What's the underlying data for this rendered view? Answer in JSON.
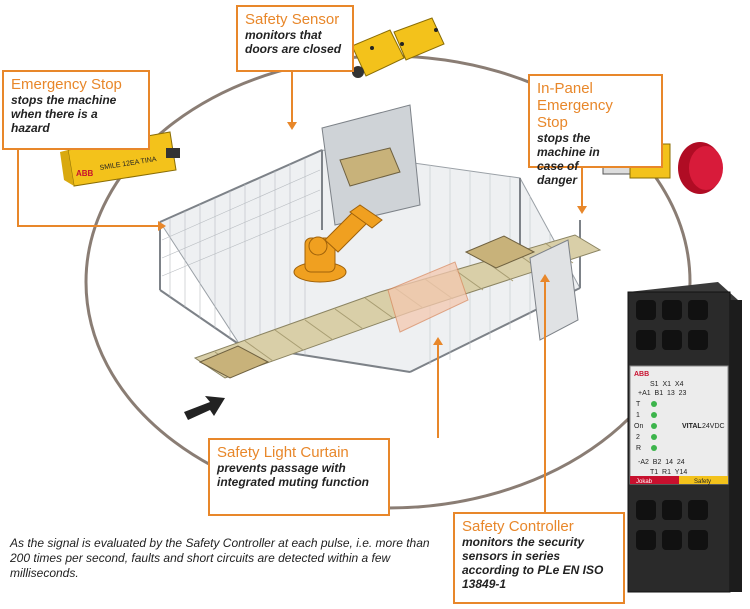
{
  "callouts": {
    "emergency_stop": {
      "title": "Emergency Stop",
      "desc": "stops the machine when there is a hazard"
    },
    "safety_sensor": {
      "title": "Safety Sensor",
      "desc": "monitors that doors are closed"
    },
    "in_panel_stop": {
      "title": "In-Panel Emergency Stop",
      "desc": "stops the machine in case of danger"
    },
    "light_curtain": {
      "title": "Safety Light Curtain",
      "desc": "prevents passage with integrated muting function"
    },
    "safety_controller": {
      "title": "Safety Controller",
      "desc": "monitors the security sensors in series according to PLe EN ISO 13849-1"
    }
  },
  "footnote": "As the signal is evaluated by the Safety Controller at each pulse, i.e. more than 200 times per second, faults and short circuits are detected within a few milliseconds.",
  "devices": {
    "stop_label": "SMILE 12EA TINA",
    "brand": "ABB",
    "controller": {
      "brand": "ABB",
      "row1": "S1  X1  X4",
      "row2": "+A1  B1  13  23",
      "model": "VITAL",
      "voltage": "24VDC",
      "led_labels": [
        "T",
        "1",
        "On",
        "2",
        "R"
      ],
      "row3": "-A2  B2  14  24",
      "row4": "T1  R1  Y14",
      "foot_left": "Jokab",
      "foot_right": "Safety"
    }
  },
  "colors": {
    "accent": "#e8872a",
    "device_yellow": "#f3c21b",
    "stop_red": "#c8102e",
    "robot_orange": "#f0a020",
    "fence": "#8a8f94"
  }
}
